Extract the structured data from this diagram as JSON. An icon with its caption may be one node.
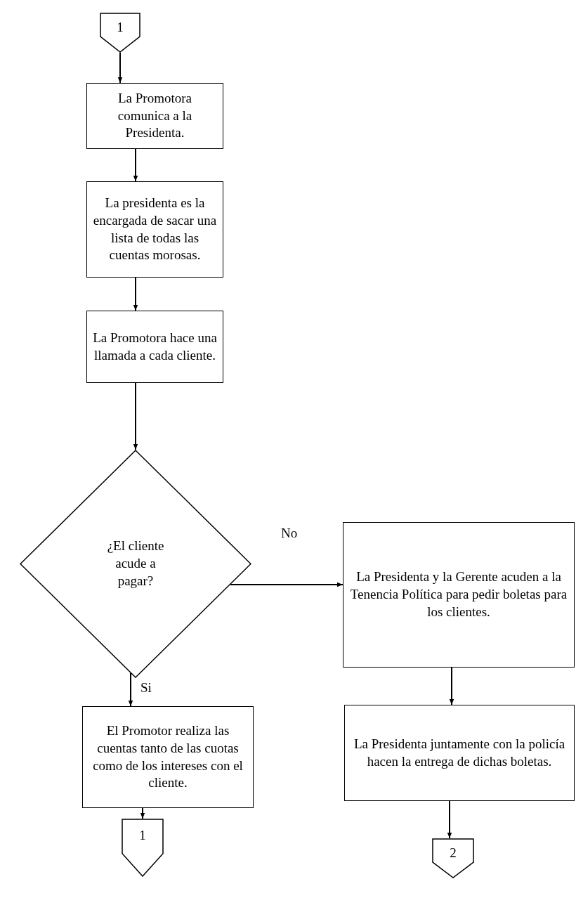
{
  "diagram": {
    "nodes": [
      {
        "text": [
          "1"
        ]
      },
      {
        "text": [
          "La Promotora comunica a la Presidenta."
        ]
      },
      {
        "text": [
          "La presidenta es la encargada de sacar una lista de todas las cuentas morosas."
        ]
      },
      {
        "text": [
          "La Promotora hace una llamada a cada cliente."
        ]
      },
      {
        "text": [
          "¿El cliente acude a pagar?"
        ]
      },
      {
        "text": [
          "La Presidenta y la Gerente acuden a la Tenencia Política para pedir boletas para los clientes."
        ]
      },
      {
        "text": [
          "El Promotor realiza las cuentas tanto de las cuotas como de los intereses con el cliente."
        ]
      },
      {
        "text": [
          "La Presidenta juntamente con la policía hacen la entrega de dichas boletas."
        ]
      },
      {
        "text": [
          "1"
        ]
      },
      {
        "text": [
          "2"
        ]
      }
    ],
    "edges": [
      {
        "from": 0,
        "to": 1,
        "arrow": "to"
      },
      {
        "from": 1,
        "to": 2,
        "arrow": "to"
      },
      {
        "from": 2,
        "to": 3,
        "arrow": "to"
      },
      {
        "from": 3,
        "to": 4,
        "arrow": "to"
      },
      {
        "from": 4,
        "to": 5,
        "arrow": "to",
        "label": "No"
      },
      {
        "from": 4,
        "to": 6,
        "arrow": "to",
        "label": "Si"
      },
      {
        "from": 5,
        "to": 7,
        "arrow": "to"
      },
      {
        "from": 6,
        "to": 8,
        "arrow": "to"
      },
      {
        "from": 7,
        "to": 9,
        "arrow": "to"
      }
    ]
  }
}
